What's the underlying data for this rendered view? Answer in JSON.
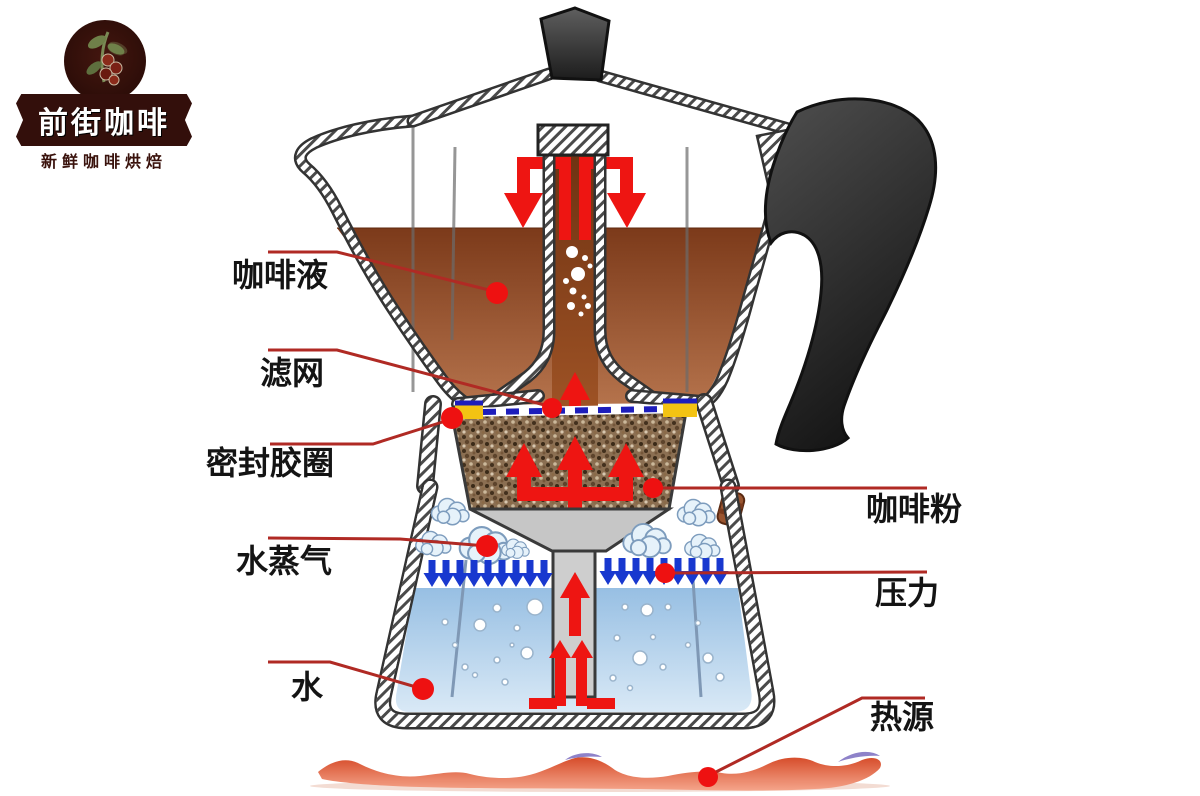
{
  "logo": {
    "title": "前街咖啡",
    "subtitle": "新鲜咖啡烘焙"
  },
  "labels": {
    "coffee_liquid": "咖啡液",
    "filter": "滤网",
    "gasket": "密封胶圈",
    "steam": "水蒸气",
    "water": "水",
    "coffee_grounds": "咖啡粉",
    "pressure": "压力",
    "heat_source": "热源"
  },
  "colors": {
    "label_line": "#b02a24",
    "anchor_dot": "#ee1111",
    "flow_arrow_red": "#ee1512",
    "pressure_arrow_blue": "#1838cf",
    "filter_blue": "#1d1dbb",
    "gasket_yellow": "#f3c313",
    "coffee_top": "#7c3a1a",
    "coffee_bottom": "#b5734c",
    "water_top": "#97bfe3",
    "water_bottom": "#d9e9f6",
    "flame_orange": "#dd4422",
    "metal_hatch": "#4a4a4a",
    "logo_background": "#330f0b"
  }
}
